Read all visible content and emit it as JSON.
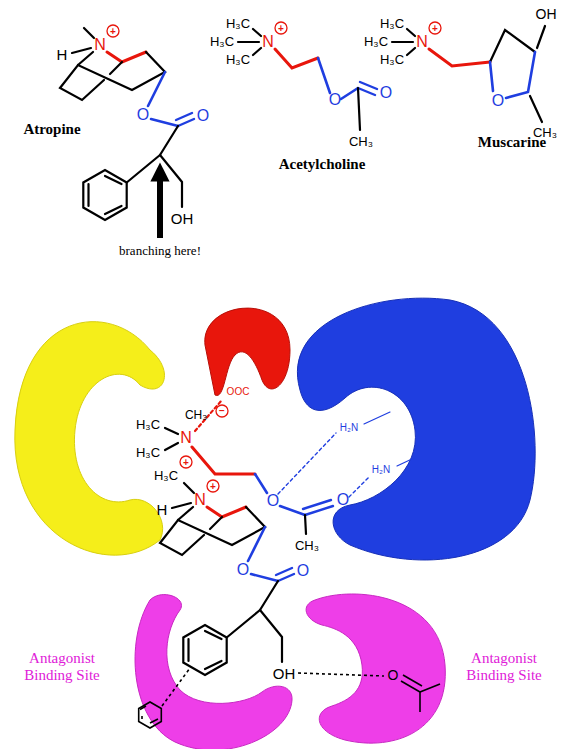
{
  "diagram": {
    "labels": [
      "N",
      "+",
      "H",
      "O",
      "O",
      "OH",
      "Atropine",
      "branching here!",
      "H₃C",
      "H₃C",
      "H₃C",
      "N",
      "+",
      "O",
      "O",
      "CH₃",
      "Acetylcholine",
      "H₃C",
      "H₃C",
      "H₃C",
      "N",
      "+",
      "OH",
      "O",
      "CH₃",
      "Muscarine",
      "OOC",
      "−",
      "CH₃",
      "H₃C",
      "H₃C",
      "N",
      "+",
      "O",
      "O",
      "CH₃",
      "H₂N",
      "H₂N",
      "H₃C",
      "N",
      "+",
      "H",
      "O",
      "O",
      "OH",
      "O",
      "Antagonist Binding Site",
      "Antagonist Binding Site"
    ]
  }
}
